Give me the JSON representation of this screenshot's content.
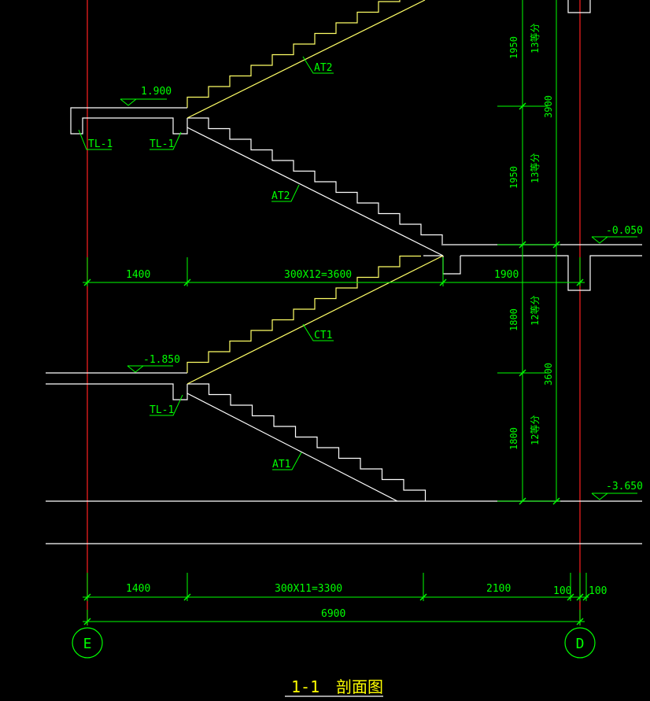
{
  "colors": {
    "background": "#000000",
    "concrete": "#ffffff",
    "flight_line": "#ffff66",
    "dimension": "#00ff00",
    "axis_line": "#ff2020",
    "title": "#ffff00"
  },
  "elevations": {
    "landing_upper": "1.900",
    "floor": "-0.050",
    "landing_lower": "-1.850",
    "bottom": "-3.650"
  },
  "labels": {
    "tl_left_upper": "TL-1",
    "tl_right_upper": "TL-1",
    "tl_lower": "TL-1",
    "at2_upper": "AT2",
    "at2_lower": "AT2",
    "ct1": "CT1",
    "at1": "AT1"
  },
  "dims_mid": {
    "left": "1400",
    "middle": "300X12=3600",
    "right": "1900"
  },
  "dims_bottom": {
    "left": "1400",
    "middle": "300X11=3300",
    "right": "2100",
    "small1": "100",
    "small2": "100",
    "total": "6900"
  },
  "dims_vertical": {
    "seg1": "1950",
    "seg1_note": "13等分",
    "seg2": "1950",
    "seg2_note": "13等分",
    "total_upper": "3900",
    "seg3": "1800",
    "seg3_note": "12等分",
    "seg4": "1800",
    "seg4_note": "12等分",
    "total_lower": "3600"
  },
  "axes": {
    "left": "E",
    "right": "D"
  },
  "title": {
    "number": "1-1",
    "name": "剖面图"
  }
}
